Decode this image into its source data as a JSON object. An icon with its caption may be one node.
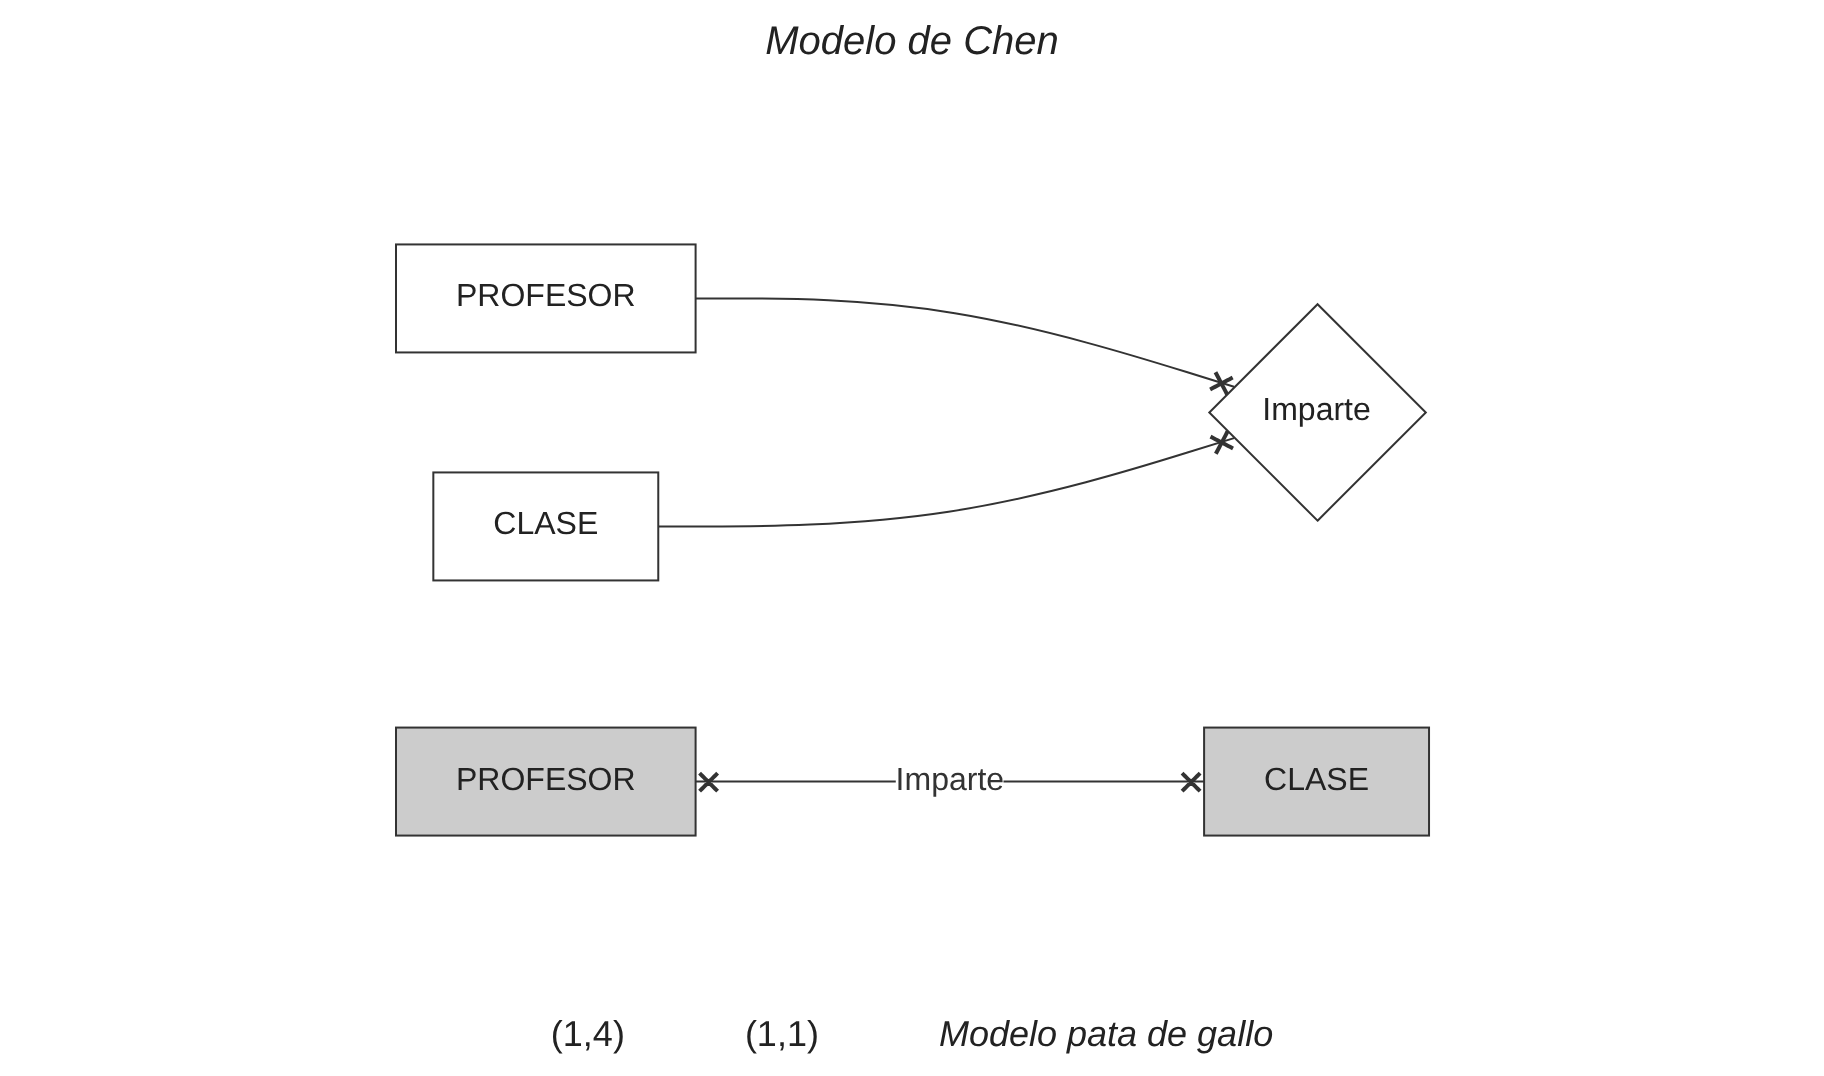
{
  "diagram": {
    "title": "Modelo de Chen",
    "nodes": [
      {
        "text": [
          "PROFESOR"
        ]
      },
      {
        "text": [
          "Imparte"
        ]
      },
      {
        "text": [
          "CLASE"
        ]
      },
      {
        "text": [
          "PROFESOR"
        ]
      },
      {
        "text": [
          "CLASE"
        ]
      }
    ],
    "edges": [
      {
        "from": 0,
        "to": 1,
        "arrow": "other"
      },
      {
        "from": 2,
        "to": 1,
        "arrow": "other"
      },
      {
        "from": 3,
        "to": 4,
        "arrow": "other",
        "label": "Imparte"
      }
    ],
    "labels": [
      "(1,4)",
      "(1,1)",
      "Modelo pata de gallo"
    ]
  }
}
